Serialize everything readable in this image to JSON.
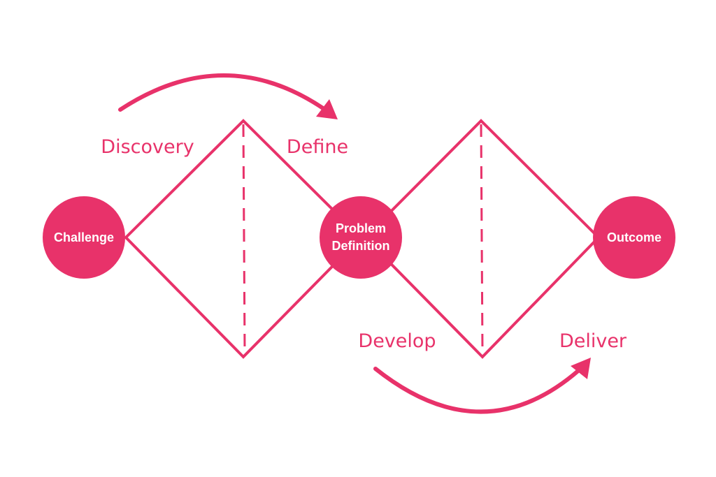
{
  "colors": {
    "accent": "#e8326a",
    "node_text": "#ffffff",
    "background": "#ffffff"
  },
  "nodes": {
    "challenge": "Challenge",
    "problem_definition_line1": "Problem",
    "problem_definition_line2": "Definition",
    "outcome": "Outcome"
  },
  "phases": {
    "discovery": "Discovery",
    "define": "Define",
    "develop": "Develop",
    "deliver": "Deliver"
  }
}
